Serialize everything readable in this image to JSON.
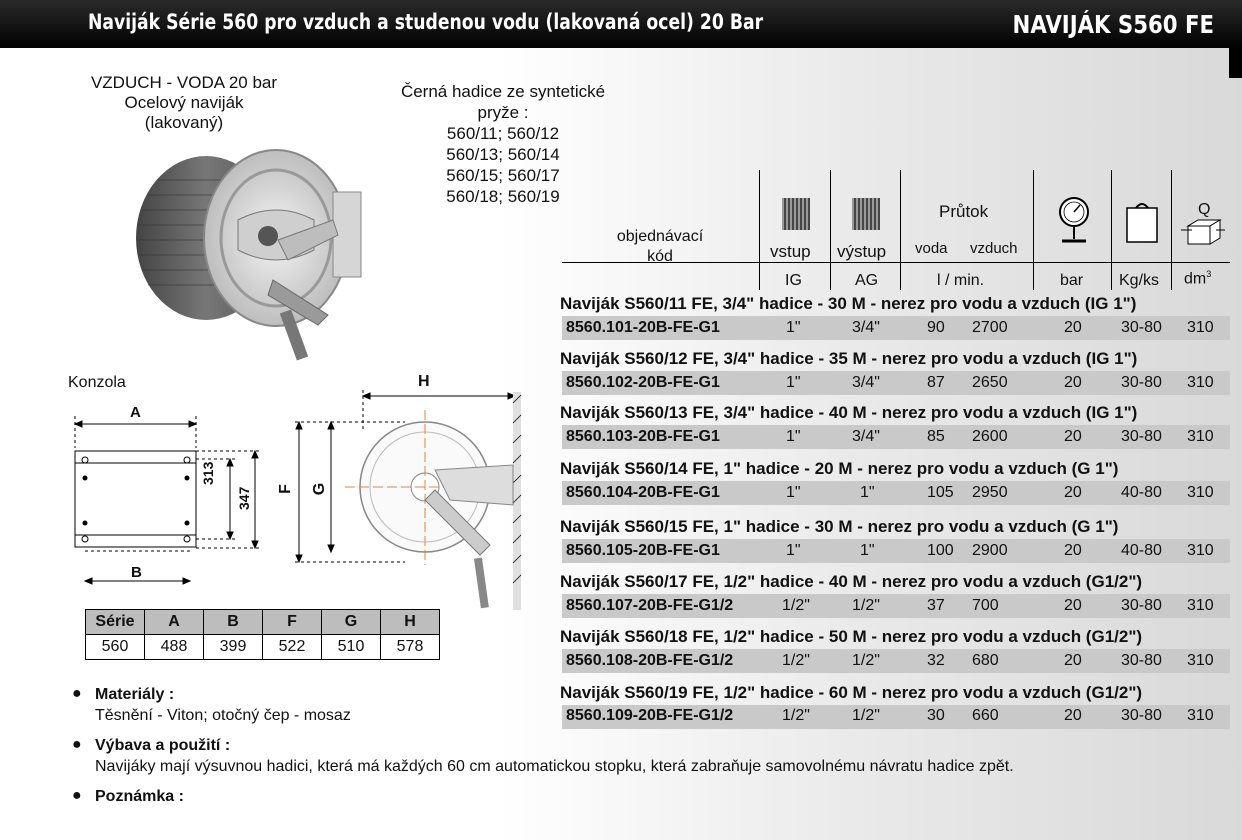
{
  "header": {
    "title": "Naviják Série 560 pro vzduch a studenou vodu (lakovaná ocel) 20 Bar",
    "code": "NAVIJÁK S560 FE"
  },
  "intro": {
    "line1": "VZDUCH  - VODA 20 bar",
    "line2": "Ocelový naviják",
    "line3": "(lakovaný)"
  },
  "hose": {
    "line1": "Černá hadice ze syntetické",
    "line2": "pryže :",
    "models": [
      "560/11; 560/12",
      "560/13; 560/14",
      "560/15; 560/17",
      "560/18; 560/19"
    ]
  },
  "bracket": {
    "label": "Konzola",
    "dim_a": "A",
    "dim_b": "B",
    "dim_313": "313",
    "dim_347": "347"
  },
  "reel_dims": {
    "h": "H",
    "f": "F",
    "g": "G"
  },
  "table_head": {
    "order_code_1": "objednávací",
    "order_code_2": "kód",
    "inlet": "vstup",
    "outlet": "výstup",
    "flow": "Průtok",
    "water": "voda",
    "air": "vzduch",
    "q": "Q",
    "unit_ig": "IG",
    "unit_ag": "AG",
    "unit_flow": "l / min.",
    "unit_bar": "bar",
    "unit_kg": "Kg/ks",
    "unit_dm": "dm",
    "unit_dm_sup": "3"
  },
  "products": [
    {
      "title": "Naviják S560/11 FE, 3/4\" hadice - 30 M - nerez pro vodu a vzduch (IG 1\")",
      "code": "8560.101-20B-FE-G1",
      "ig": "1\"",
      "ag": "3/4\"",
      "water": "90",
      "air": "2700",
      "bar": "20",
      "kg": "30-80",
      "dm": "310"
    },
    {
      "title": "Naviják S560/12 FE, 3/4\" hadice - 35 M - nerez pro vodu a vzduch (IG 1\")",
      "code": "8560.102-20B-FE-G1",
      "ig": "1\"",
      "ag": "3/4\"",
      "water": "87",
      "air": "2650",
      "bar": "20",
      "kg": "30-80",
      "dm": "310"
    },
    {
      "title": "Naviják S560/13 FE, 3/4\" hadice - 40 M - nerez pro vodu a vzduch (IG 1\")",
      "code": "8560.103-20B-FE-G1",
      "ig": "1\"",
      "ag": "3/4\"",
      "water": "85",
      "air": "2600",
      "bar": "20",
      "kg": "30-80",
      "dm": "310"
    },
    {
      "title": "Naviják S560/14 FE, 1\" hadice - 20 M - nerez pro vodu a vzduch (G 1\")",
      "code": "8560.104-20B-FE-G1",
      "ig": "1\"",
      "ag": "1\"",
      "water": "105",
      "air": "2950",
      "bar": "20",
      "kg": "40-80",
      "dm": "310"
    },
    {
      "title": "Naviják S560/15 FE, 1\" hadice - 30 M - nerez pro vodu a vzduch (G 1\")",
      "code": "8560.105-20B-FE-G1",
      "ig": "1\"",
      "ag": "1\"",
      "water": "100",
      "air": "2900",
      "bar": "20",
      "kg": "40-80",
      "dm": "310"
    },
    {
      "title": "Naviják S560/17 FE, 1/2\" hadice - 40 M - nerez pro vodu a vzduch (G1/2\")",
      "code": "8560.107-20B-FE-G1/2",
      "ig": "1/2\"",
      "ag": "1/2\"",
      "water": "37",
      "air": "700",
      "bar": "20",
      "kg": "30-80",
      "dm": "310"
    },
    {
      "title": "Naviják S560/18 FE, 1/2\" hadice - 50 M - nerez pro vodu a vzduch (G1/2\")",
      "code": "8560.108-20B-FE-G1/2",
      "ig": "1/2\"",
      "ag": "1/2\"",
      "water": "32",
      "air": "680",
      "bar": "20",
      "kg": "30-80",
      "dm": "310"
    },
    {
      "title": "Naviják S560/19 FE, 1/2\" hadice - 60 M - nerez pro vodu a vzduch (G1/2\")",
      "code": "8560.109-20B-FE-G1/2",
      "ig": "1/2\"",
      "ag": "1/2\"",
      "water": "30",
      "air": "660",
      "bar": "20",
      "kg": "30-80",
      "dm": "310"
    }
  ],
  "dims_table": {
    "headers": [
      "Série",
      "A",
      "B",
      "F",
      "G",
      "H"
    ],
    "values": [
      "560",
      "488",
      "399",
      "522",
      "510",
      "578"
    ]
  },
  "notes": {
    "materials_title": "Materiály :",
    "materials_text": "Těsnění - Viton; otočný čep - mosaz",
    "equip_title": "Výbava a použití :",
    "equip_text": "Navijáky mají výsuvnou hadici, která má každých 60 cm automatickou stopku, která zabraňuje samovolnému návratu hadice zpět.",
    "note_title": "Poznámka :"
  },
  "icons": [
    "hose-inlet-icon",
    "hose-outlet-icon",
    "pressure-gauge-icon",
    "weight-icon",
    "box-volume-icon"
  ]
}
